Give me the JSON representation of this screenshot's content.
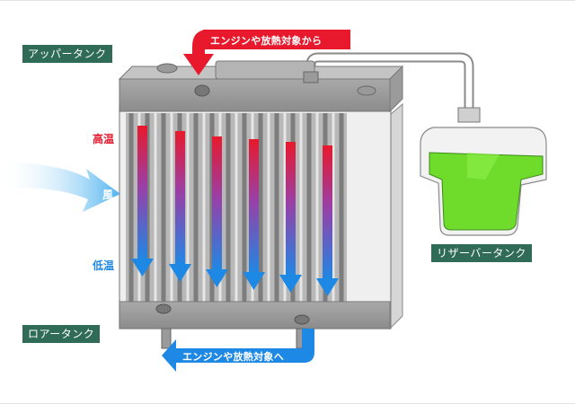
{
  "labels": {
    "upper_tank": "アッパータンク",
    "lower_tank": "ロアータンク",
    "reserve_tank": "リザーバータンク",
    "high_temp": "高温",
    "low_temp": "低温",
    "wind": "風",
    "from_engine": "エンジンや放熱対象から",
    "to_engine": "エンジンや放熱対象へ"
  },
  "colors": {
    "label_bg": "#2f6b57",
    "hot": "#e8192c",
    "cold": "#1e88e5",
    "coolant": "#6fdc2c",
    "wind": "#4fb3f0"
  }
}
